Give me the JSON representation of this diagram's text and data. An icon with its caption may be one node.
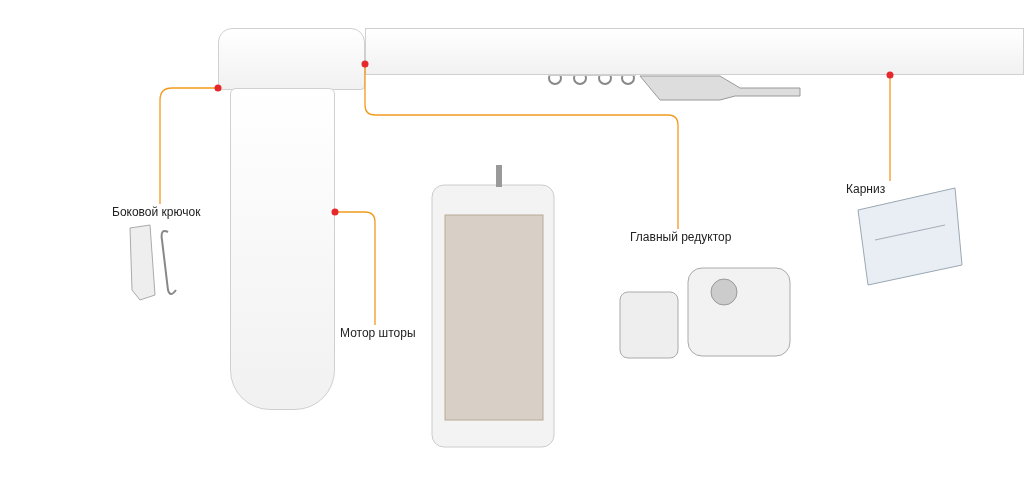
{
  "diagram": {
    "nodes": [
      {
        "text": [
          "Боковой крючок"
        ]
      },
      {
        "text": [
          "Мотор шторы"
        ]
      },
      {
        "text": [
          "Главный редуктор"
        ]
      },
      {
        "text": [
          "Карниз"
        ]
      },
      {
        "text": [],
        "shape": "picture"
      },
      {
        "text": [],
        "shape": "picture"
      },
      {
        "text": [],
        "shape": "picture"
      }
    ],
    "edges": [
      {
        "from": 0,
        "to": 4,
        "arrow": "other"
      },
      {
        "from": 1,
        "to": 5,
        "arrow": "other"
      },
      {
        "from": 2,
        "to": 4,
        "arrow": "other"
      },
      {
        "from": 3,
        "to": 6,
        "arrow": "other"
      }
    ]
  }
}
